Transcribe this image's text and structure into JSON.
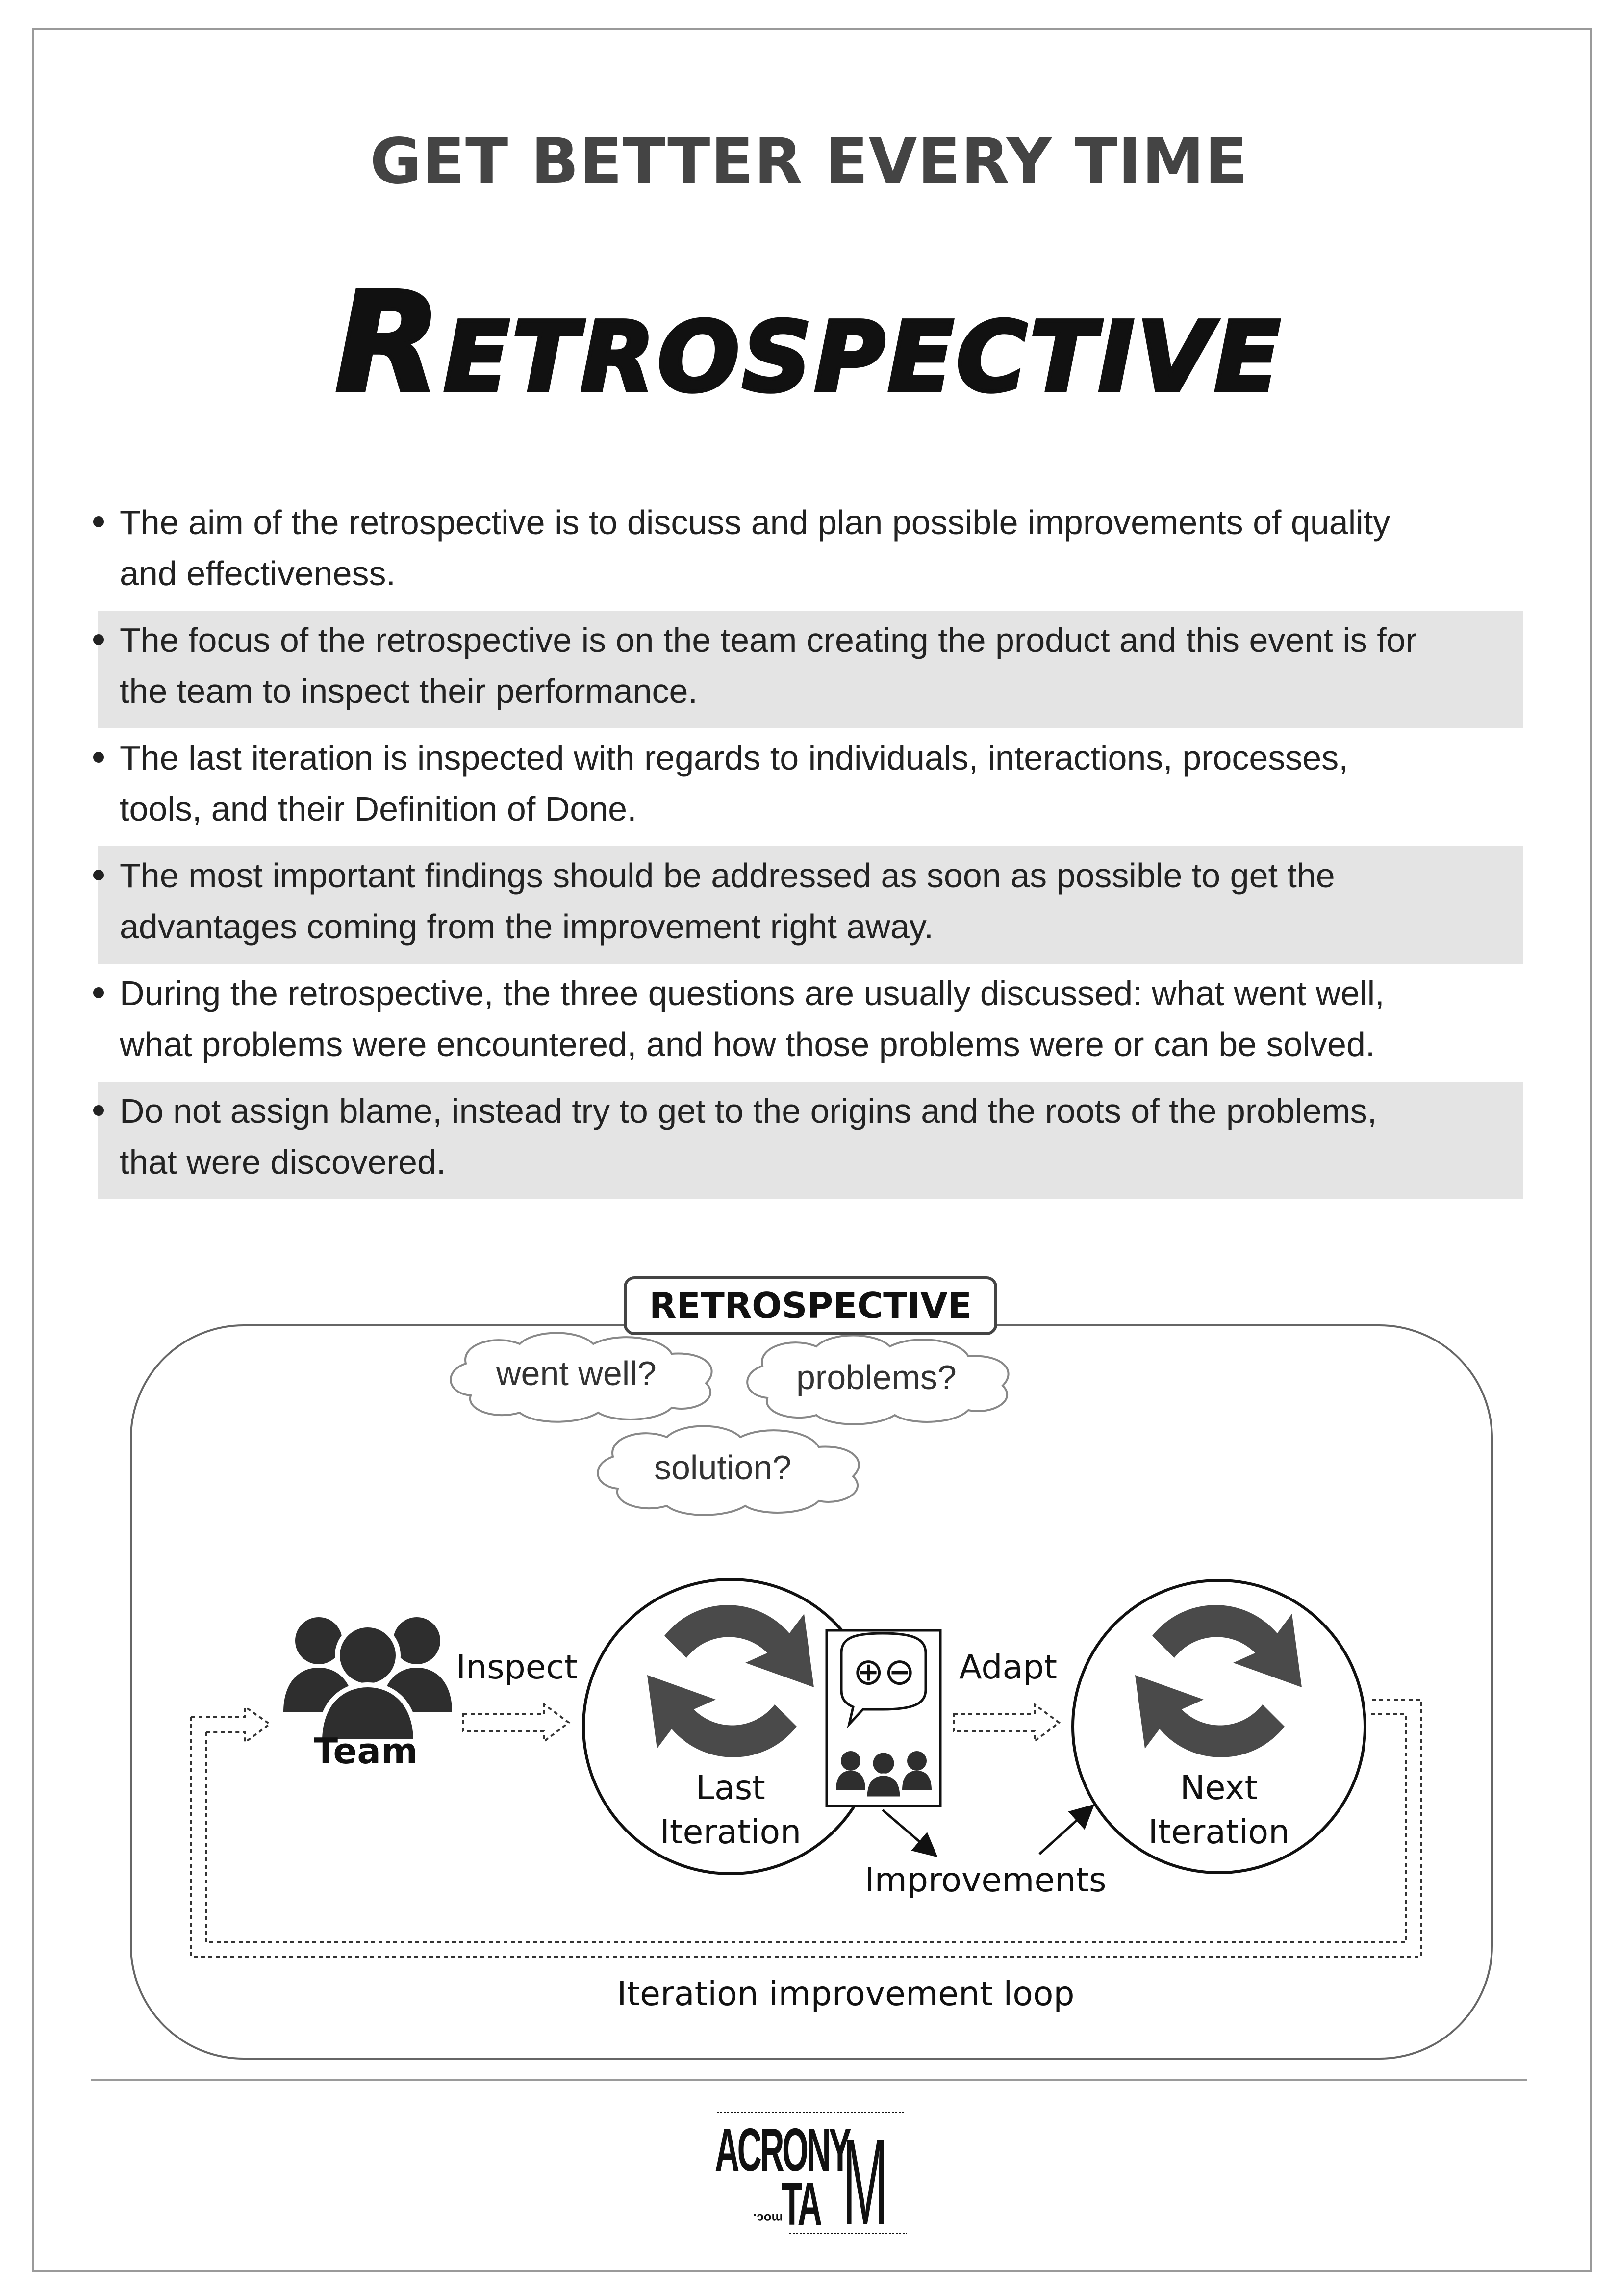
{
  "header": {
    "subtitle": "GET BETTER EVERY TIME",
    "title": "Retrospective"
  },
  "bullets": [
    {
      "line1": "The aim of the retrospective is to discuss and plan possible improvements of quality",
      "line2": "and effectiveness.",
      "shaded": false
    },
    {
      "line1": "The focus of the retrospective is on the team creating the product and this event is for",
      "line2": "the team to inspect their performance.",
      "shaded": true
    },
    {
      "line1": "The last iteration is inspected with regards to individuals, interactions, processes,",
      "line2": "tools, and their Definition of Done.",
      "shaded": false
    },
    {
      "line1": "The most important findings should be addressed as soon as possible to get the",
      "line2": "advantages coming from the improvement right away.",
      "shaded": true
    },
    {
      "line1": "During the retrospective, the three questions are usually discussed: what went well,",
      "line2": "what problems were encountered, and how those problems were or can be solved.",
      "shaded": false
    },
    {
      "line1": "Do not assign blame, instead try to get to the origins and the roots of the problems,",
      "line2": "that were discovered.",
      "shaded": true
    }
  ],
  "diagram": {
    "label": "RETROSPECTIVE",
    "clouds": {
      "went_well": "went well?",
      "problems": "problems?",
      "solution": "solution?"
    },
    "team": "Team",
    "inspect": "Inspect",
    "adapt": "Adapt",
    "last_iteration_line1": "Last",
    "last_iteration_line2": "Iteration",
    "next_iteration_line1": "Next",
    "next_iteration_line2": "Iteration",
    "improvements": "Improvements",
    "loop": "Iteration improvement loop",
    "symbols": "⊕⊖",
    "colors": {
      "icon": "#4a4a4a",
      "stroke": "#111111",
      "cloud_stroke": "#888888"
    }
  },
  "footer": {
    "logo_top": "ACRONY",
    "logo_bottom": "TA",
    "logo_side": "M",
    "logo_small": "moc."
  }
}
